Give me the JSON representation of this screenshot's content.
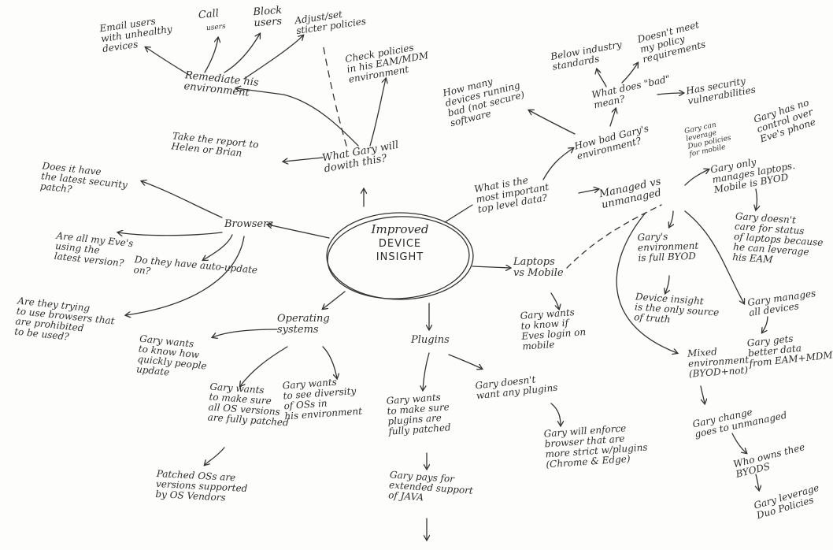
{
  "center": {
    "line1": "Improved",
    "line2": "DEVICE",
    "line3": "INSIGHT"
  },
  "nodes": {
    "email_users": "Email users\nwith unhealthy\ndevices",
    "call": "Call",
    "call_users": "users",
    "block_users": "Block\nusers",
    "adjust_policies": "Adjust/set\nsticter policies",
    "remediate": "Remediate his\nenvironment",
    "check_policies": "Check policies\nin his EAM/MDM\nenvironment",
    "what_gary_do": "What Gary will\ndowith this?",
    "take_report": "Take the report to\nHelen or Brian",
    "browsers": "Browsers",
    "latest_patch": "Does it have\nthe latest security\npatch?",
    "latest_version": "Are all my Eve's\nusing the\nlatest version?",
    "auto_update": "Do they have auto-update\non?",
    "prohibited": "Are they trying\nto use browsers that\nare prohibited\nto be used?",
    "operating_systems": "Operating\nsystems",
    "os_know_update": "Gary wants\nto know how\nquickly people\nupdate",
    "os_patched": "Gary wants\nto make sure\nall OS versions\nare fully patched",
    "os_diversity": "Gary wants\nto see diversity\nof OSs in\nhis environment",
    "os_supported": "Patched OSs are\nversions supported\nby OS Vendors",
    "plugins": "Plugins",
    "plugins_patched": "Gary wants\nto make sure\nplugins are\nfully patched",
    "no_plugins": "Gary doesn't\nwant any plugins",
    "enforce_browser": "Gary will enforce\nbrowser that are\nmore strict w/plugins\n(Chrome & Edge)",
    "java_support": "Gary pays for\nextended support\nof JAVA",
    "laptops_mobile": "Laptops\nvs Mobile",
    "eves_login": "Gary wants\nto know if\nEves login on\nmobile",
    "top_level_data": "What is the\nmost important\ntop level data?",
    "how_bad": "How bad Gary's\nenvironment?",
    "how_many_devices": "How many\ndevices running\nbad (not secure)\nsoftware",
    "what_bad_mean": "What does \"bad\"\nmean?",
    "below_standards": "Below industry\nstandards",
    "not_meet_policy": "Doesn't meet\nmy policy\nrequirements",
    "has_vuln": "Has security\nvulnerabilities",
    "managed_unmanaged": "Managed vs\nunmanaged",
    "gary_can_leverage": "Gary can\nleverage\nDuo policies\nfor mobile",
    "gary_no_control": "Gary has no\ncontrol over\nEve's phone",
    "only_laptops": "Gary only\nmanages laptops.\nMobile is BYOD",
    "not_care_laptops": "Gary doesn't\ncare for status\nof laptops because\nhe can leverage\nhis EAM",
    "full_byod": "Gary's\nenvironment\nis full BYOD",
    "device_insight_source": "Device insight\nis the only source\nof truth",
    "manages_all": "Gary manages\nall devices",
    "better_data": "Gary gets\nbetter data\nfrom EAM+MDM",
    "mixed_env": "Mixed\nenvironment\n(BYOD+not)",
    "gary_change": "Gary change\ngoes to unmanaged",
    "who_owns_byod": "Who owns thee\nBYODS",
    "leverage_duo": "Gary leverage\nDuo Policies"
  }
}
